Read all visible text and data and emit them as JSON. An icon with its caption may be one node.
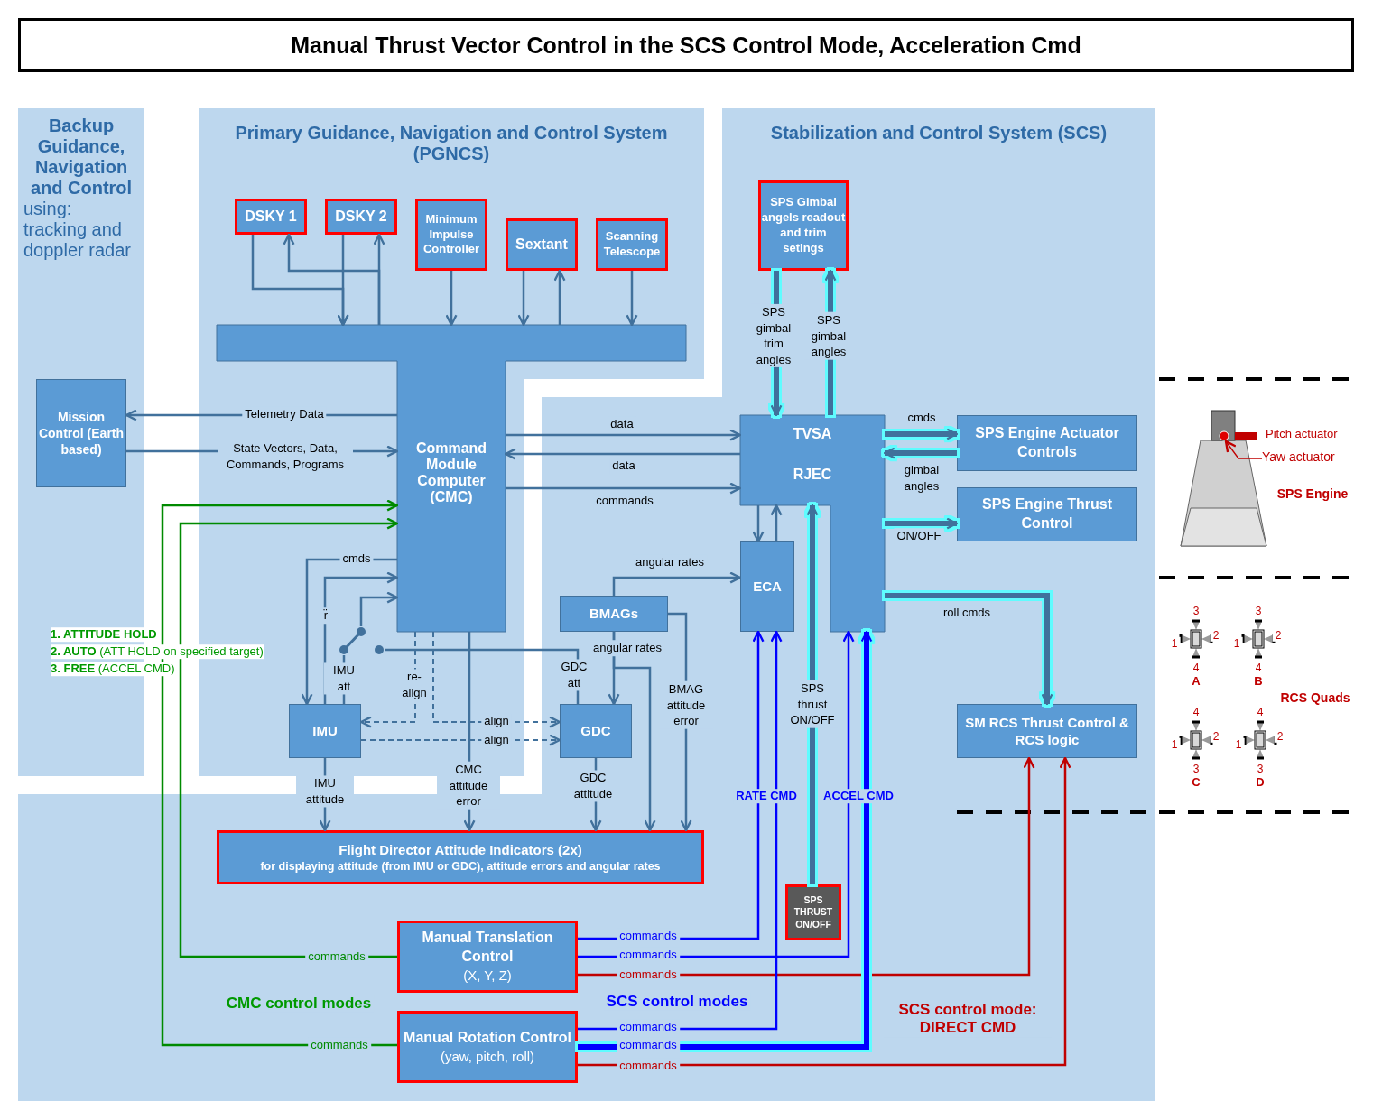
{
  "diagram": {
    "title": "Manual Thrust Vector Control in the SCS Control Mode, Acceleration Cmd",
    "nodes": [
      {
        "text": [
          "Backup Guidance, Navigation and Control",
          "using: tracking and doppler radar"
        ]
      },
      {
        "text": [
          "Primary Guidance, Navigation and Control System (PGNCS)"
        ]
      },
      {
        "text": [
          "Stabilization and Control System (SCS)"
        ]
      },
      {
        "text": [
          "DSKY 1"
        ],
        "in": 1
      },
      {
        "text": [
          "DSKY 2"
        ],
        "in": 1
      },
      {
        "text": [
          "Minimum Impulse Controller"
        ],
        "in": 1
      },
      {
        "text": [
          "Sextant"
        ],
        "in": 1
      },
      {
        "text": [
          "Scanning Telescope"
        ],
        "in": 1
      },
      {
        "text": [
          "Command Module Computer (CMC)"
        ],
        "in": 1
      },
      {
        "text": [
          "Mission Control (Earth based)"
        ],
        "in": 0
      },
      {
        "text": [
          "IMU"
        ],
        "in": 1
      },
      {
        "text": [
          "SPS Gimbal angels readout and trim setings"
        ],
        "in": 2
      },
      {
        "text": [
          "TVSA",
          "RJEC"
        ],
        "in": 2
      },
      {
        "text": [
          "SPS Engine Actuator Controls"
        ],
        "in": 2
      },
      {
        "text": [
          "SPS Engine Thrust Control"
        ],
        "in": 2
      },
      {
        "text": [
          "ECA"
        ],
        "in": 2
      },
      {
        "text": [
          "BMAGs"
        ]
      },
      {
        "text": [
          "GDC"
        ]
      },
      {
        "text": [
          "SM RCS Thrust Control & RCS logic"
        ],
        "in": 2
      },
      {
        "text": [
          "Flight Director Attitude Indicators (2x)",
          "for displaying attitude (from IMU or GDC), attitude errors and angular rates"
        ]
      },
      {
        "text": [
          "Manual Translation Control",
          "(X, Y, Z)"
        ]
      },
      {
        "text": [
          "Manual Rotation Control",
          "(yaw, pitch, roll)"
        ]
      },
      {
        "text": [
          "SPS THRUST ON/OFF"
        ]
      },
      {
        "text": [
          "Yaw actuator"
        ]
      },
      {
        "text": [],
        "shape": "circle"
      },
      {
        "text": [],
        "shape": "switch",
        "in": 1
      }
    ],
    "edges": [
      {
        "from": 3,
        "to": 8,
        "arrow": "to"
      },
      {
        "from": 4,
        "to": 8,
        "arrow": "to"
      },
      {
        "from": 8,
        "to": 3,
        "arrow": "to"
      },
      {
        "from": 8,
        "to": 4,
        "arrow": "to"
      },
      {
        "from": 5,
        "to": 8,
        "arrow": "to"
      },
      {
        "from": 6,
        "to": 8,
        "arrow": "to"
      },
      {
        "from": 8,
        "to": 6,
        "arrow": "to"
      },
      {
        "from": 7,
        "to": 8,
        "arrow": "to"
      },
      {
        "from": 8,
        "to": 9,
        "arrow": "to",
        "label": "Telemetry Data"
      },
      {
        "from": 9,
        "to": 8,
        "arrow": "to",
        "label": "State Vectors, Data, Commands, Programs"
      },
      {
        "from": 8,
        "to": 12,
        "arrow": "to",
        "label": "data"
      },
      {
        "from": 12,
        "to": 8,
        "arrow": "to",
        "label": "data"
      },
      {
        "from": 8,
        "to": 12,
        "arrow": "to",
        "label": "commands"
      },
      {
        "from": 8,
        "to": 10,
        "arrow": "to",
        "label": "cmds"
      },
      {
        "from": 10,
        "to": 8,
        "arrow": "to",
        "label": "r̈"
      },
      {
        "from": 10,
        "to": 25,
        "arrow": "none",
        "label": "IMU att"
      },
      {
        "from": 17,
        "to": 25,
        "arrow": "none",
        "label": "GDC att"
      },
      {
        "from": 25,
        "to": 8,
        "arrow": "to"
      },
      {
        "from": 8,
        "to": 10,
        "arrow": "to",
        "label": "re-align",
        "style": "dashed"
      },
      {
        "from": 8,
        "to": 17,
        "arrow": "to",
        "label": "align",
        "style": "dashed"
      },
      {
        "from": 10,
        "to": 17,
        "arrow": "to",
        "label": "align",
        "style": "dashed"
      },
      {
        "from": 8,
        "to": 19,
        "arrow": "to",
        "label": "CMC attitude error"
      },
      {
        "from": 10,
        "to": 19,
        "arrow": "to",
        "label": "IMU attitude"
      },
      {
        "from": 17,
        "to": 19,
        "arrow": "to",
        "label": "GDC attitude"
      },
      {
        "from": 16,
        "to": 15,
        "arrow": "to",
        "label": "angular rates"
      },
      {
        "from": 16,
        "to": 17,
        "arrow": "to",
        "label": "angular rates"
      },
      {
        "from": 16,
        "to": 19,
        "arrow": "to"
      },
      {
        "from": 16,
        "to": 19,
        "arrow": "to",
        "label": "BMAG attitude error"
      },
      {
        "from": 11,
        "to": 12,
        "arrow": "to",
        "label": "SPS gimbal trim angles",
        "style": "thick"
      },
      {
        "from": 12,
        "to": 11,
        "arrow": "to",
        "label": "SPS gimbal angles",
        "style": "thick"
      },
      {
        "from": 12,
        "to": 13,
        "arrow": "to",
        "label": "cmds",
        "style": "thick"
      },
      {
        "from": 13,
        "to": 12,
        "arrow": "to",
        "label": "gimbal angles",
        "style": "thick"
      },
      {
        "from": 12,
        "to": 14,
        "arrow": "to",
        "label": "ON/OFF",
        "style": "thick"
      },
      {
        "from": 12,
        "to": 18,
        "arrow": "to",
        "label": "roll cmds",
        "style": "thick"
      },
      {
        "from": 12,
        "to": 15,
        "arrow": "to"
      },
      {
        "from": 15,
        "to": 12,
        "arrow": "to"
      },
      {
        "from": 22,
        "to": 12,
        "arrow": "to",
        "label": "SPS thrust ON/OFF",
        "style": "thick"
      },
      {
        "from": 20,
        "to": 15,
        "arrow": "to",
        "label": "commands",
        "color": "#0000ff"
      },
      {
        "from": 20,
        "to": 12,
        "arrow": "to",
        "label": "commands",
        "color": "#0000ff"
      },
      {
        "from": 20,
        "to": 18,
        "arrow": "to",
        "label": "commands",
        "color": "#c00000"
      },
      {
        "from": 21,
        "to": 15,
        "arrow": "to",
        "label": "commands",
        "color": "#0000ff"
      },
      {
        "from": 21,
        "to": 12,
        "arrow": "to",
        "label": "commands",
        "color": "#0000ff",
        "style": "thick"
      },
      {
        "from": 21,
        "to": 18,
        "arrow": "to",
        "label": "commands",
        "color": "#c00000"
      },
      {
        "from": 20,
        "to": 8,
        "arrow": "to",
        "label": "commands",
        "color": "#008a00"
      },
      {
        "from": 21,
        "to": 8,
        "arrow": "to",
        "label": "commands",
        "color": "#008a00"
      },
      {
        "from": 23,
        "to": 24,
        "arrow": "to",
        "color": "#c00000"
      }
    ],
    "labels": [
      "**1. ATTITUDE HOLD**",
      "**2. AUTO** (ATT HOLD on specified target)",
      "**3. FREE** (ACCEL CMD)",
      "RATE CMD",
      "ACCEL CMD",
      "CMC control modes",
      "SCS control modes",
      "SCS control mode: DIRECT CMD",
      "Pitch actuator",
      "SPS Engine",
      "RCS Quads",
      "3",
      "1",
      "2",
      "4",
      "A",
      "3",
      "1",
      "2",
      "4",
      "B",
      "4",
      "1",
      "2",
      "3",
      "C",
      "4",
      "1",
      "2",
      "3",
      "D"
    ]
  }
}
